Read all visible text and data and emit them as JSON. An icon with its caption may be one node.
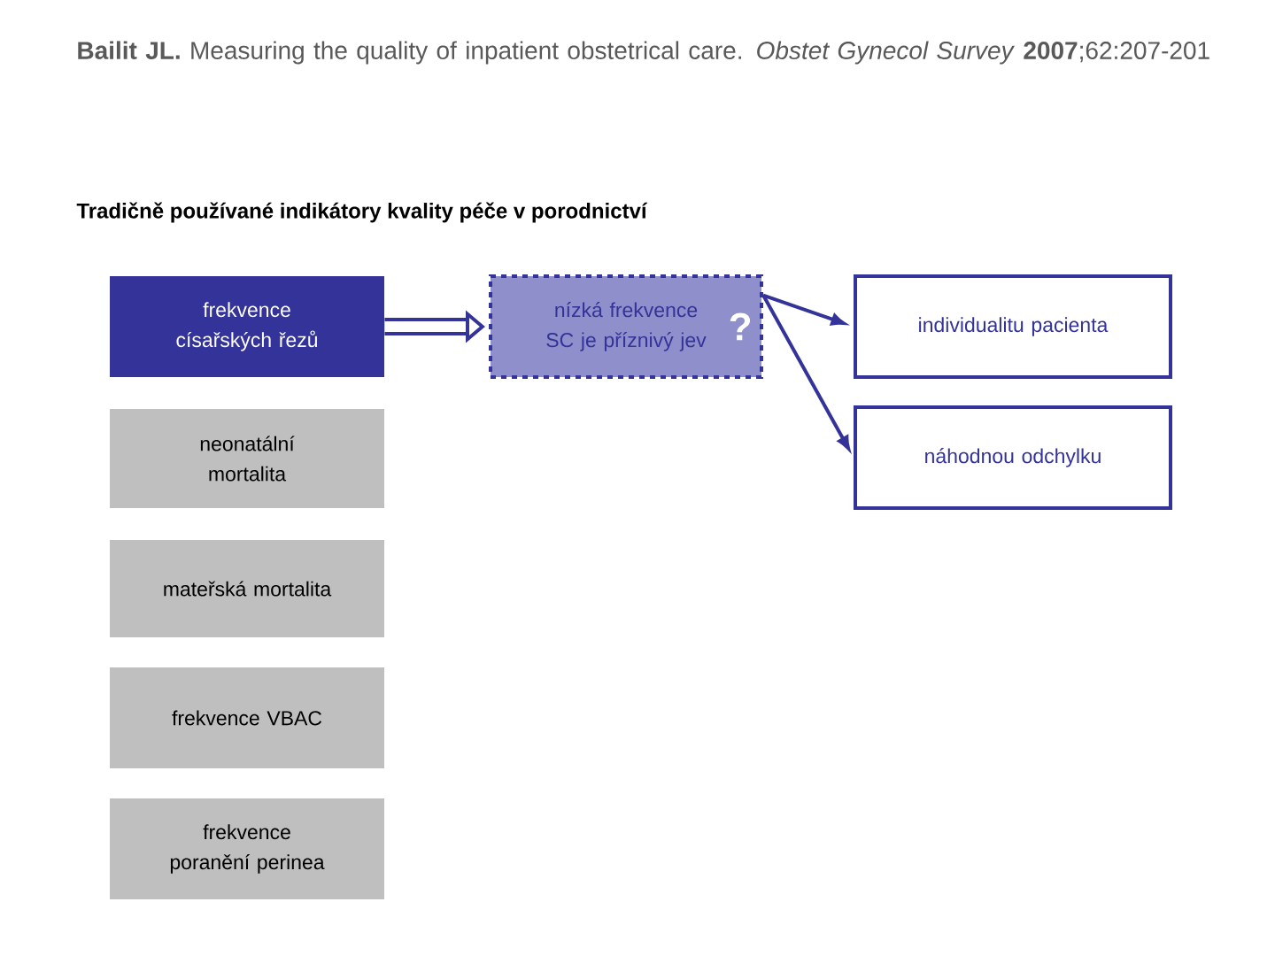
{
  "diagram": {
    "title": "**Bailit JL.** Measuring the quality of inpatient obstetrical care. *Obstet Gynecol Survey* **2007**;62:207-201",
    "nodes": [
      {
        "text": [
          "frekvence císařských řezů"
        ]
      },
      {
        "text": [
          "neonatální mortalita"
        ]
      },
      {
        "text": [
          "mateřská mortalita"
        ]
      },
      {
        "text": [
          "frekvence VBAC"
        ]
      },
      {
        "text": [
          "frekvence poranění perinea"
        ]
      },
      {
        "text": [
          "nízká frekvence SC je příznivý jev",
          "?"
        ]
      },
      {
        "text": [
          "individualitu pacienta"
        ]
      },
      {
        "text": [
          "náhodnou odchylku"
        ]
      }
    ],
    "edges": [
      {
        "from": 0,
        "to": 5,
        "arrow": "to",
        "style": "thick"
      },
      {
        "from": 5,
        "to": 6,
        "arrow": "to"
      },
      {
        "from": 5,
        "to": 7,
        "arrow": "to"
      }
    ],
    "labels": [
      "Tradičně používané indikátory kvality péče v porodnictví"
    ]
  }
}
